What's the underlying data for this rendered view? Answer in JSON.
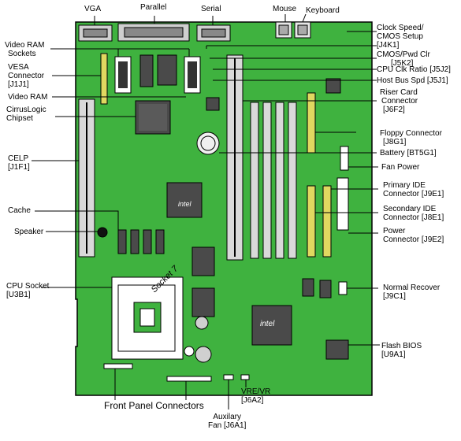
{
  "labels": {
    "vga": "VGA",
    "parallel": "Parallel",
    "serial": "Serial",
    "mouse": "Mouse",
    "keyboard": "Keyboard",
    "video_ram_sockets_1": "Video RAM",
    "video_ram_sockets_2": "Sockets",
    "vesa_1": "VESA",
    "vesa_2": "Connector",
    "vesa_3": "[J1J1]",
    "video_ram": "Video RAM",
    "cirrus_1": "CirrusLogic",
    "cirrus_2": "Chipset",
    "celp_1": "CELP",
    "celp_2": "[J1F1]",
    "cache": "Cache",
    "speaker": "Speaker",
    "cpu_1": "CPU Socket",
    "cpu_2": "[U3B1]",
    "front_panel": "Front Panel Connectors",
    "aux_1": "Auxilary",
    "aux_2": "Fan [J6A1]",
    "vre_1": "VRE/VR",
    "vre_2": "[J6A2]",
    "clock_1": "Clock Speed/",
    "clock_2": "CMOS Setup",
    "clock_3": "[J4K1]",
    "cmos_1": "CMOS/Pwd Clr",
    "cmos_2": "[J5K2]",
    "cpu_clk": "CPU Clk Ratio [J5J2]",
    "host_bus": "Host Bus Spd [J5J1]",
    "riser_1": "Riser Card",
    "riser_2": "Connector",
    "riser_3": "[J6F2]",
    "floppy_1": "Floppy Connector",
    "floppy_2": "[J8G1]",
    "battery": "Battery [BT5G1]",
    "fan_power": "Fan Power",
    "pide_1": "Primary IDE",
    "pide_2": "Connector [J9E1]",
    "side_1": "Secondary IDE",
    "side_2": "Connector [J8E1]",
    "power_1": "Power",
    "power_2": "Connector [J9E2]",
    "normal_1": "Normal Recover",
    "normal_2": "[J9C1]",
    "flash_1": "Flash BIOS",
    "flash_2": "[U9A1]"
  },
  "chip_text": {
    "socket": "Socket 7",
    "intel_small": "intel",
    "intel_big": "intel"
  },
  "colors": {
    "board": "#3fb23f",
    "board_dark": "#2e8a2e",
    "chip": "#4a4a4a",
    "slot": "#d9d9d9",
    "white": "#ffffff"
  }
}
